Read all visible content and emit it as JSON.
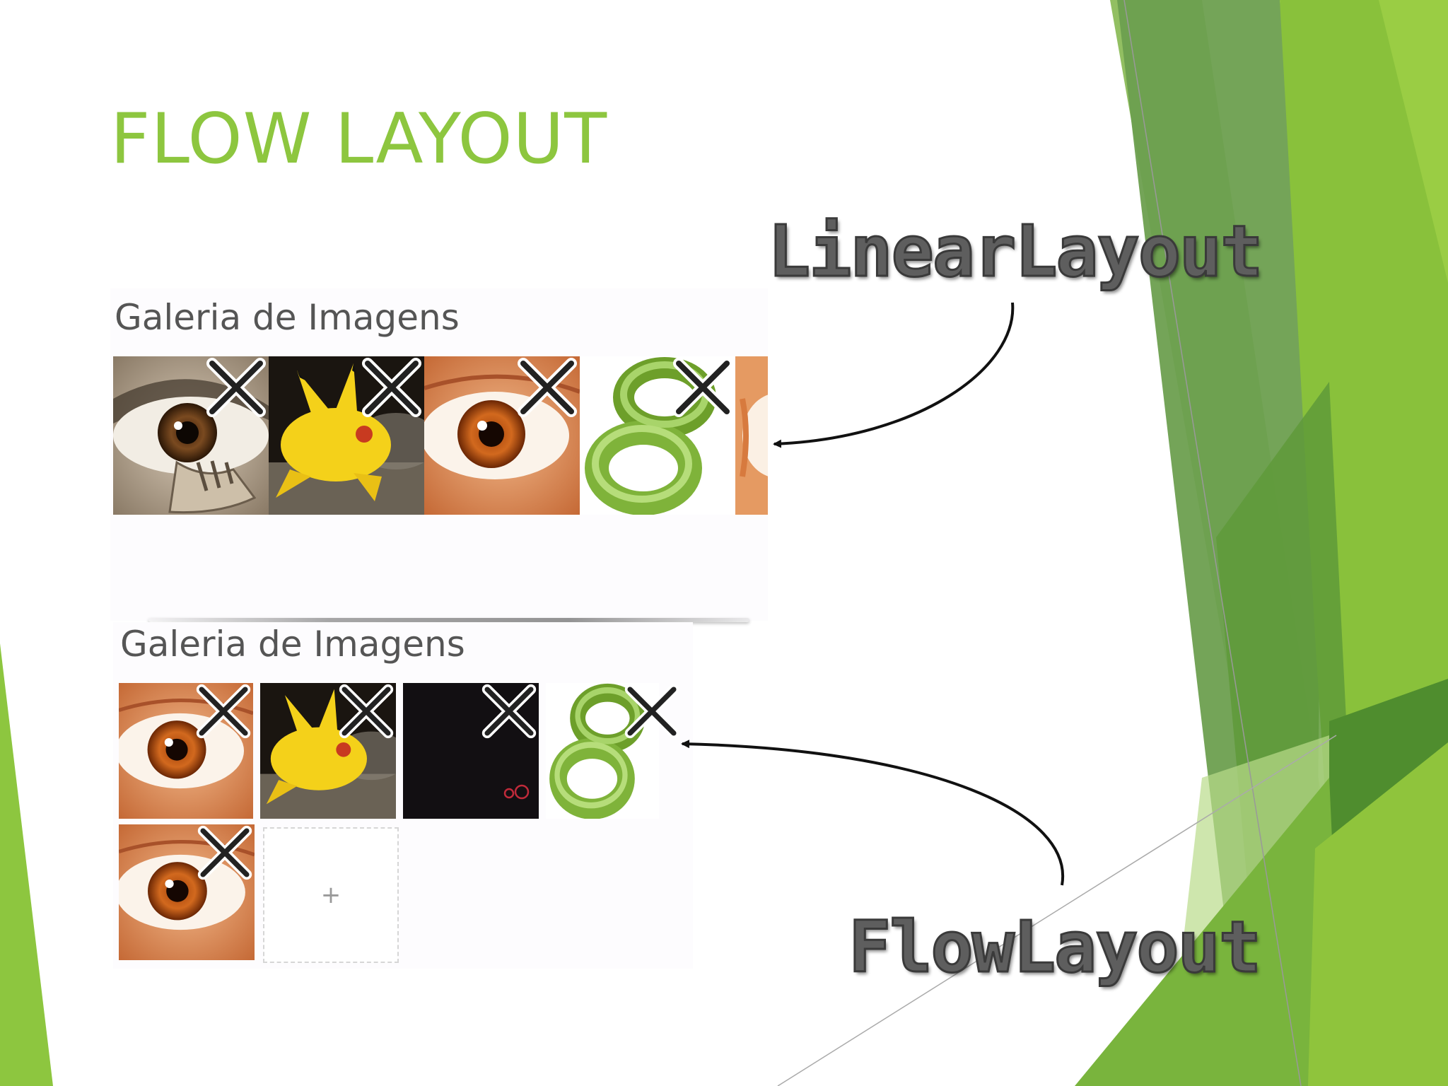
{
  "slide": {
    "title": "FLOW LAYOUT",
    "accent_color": "#8dc63f"
  },
  "linear_panel": {
    "label": "Galeria de Imagens",
    "thumbnails": [
      {
        "icon": "eye-bw-image",
        "close_icon": "close-icon"
      },
      {
        "icon": "pikachu-image",
        "close_icon": "close-icon"
      },
      {
        "icon": "orange-eye-image",
        "close_icon": "close-icon"
      },
      {
        "icon": "green-knot-image",
        "close_icon": "close-icon"
      },
      {
        "icon": "orange-eye-image-partial",
        "close_icon": "none"
      }
    ]
  },
  "flow_panel": {
    "label": "Galeria de Imagens",
    "thumbnails": [
      {
        "icon": "orange-eye-image",
        "close_icon": "close-icon"
      },
      {
        "icon": "pikachu-image",
        "close_icon": "close-icon"
      },
      {
        "icon": "dark-image",
        "close_icon": "close-icon"
      },
      {
        "icon": "green-knot-image",
        "close_icon": "close-icon"
      },
      {
        "icon": "orange-eye-image",
        "close_icon": "close-icon"
      }
    ],
    "add_button": "+"
  },
  "callouts": {
    "linear": "LinearLayout",
    "flow": "FlowLayout"
  },
  "colors": {
    "green_light": "#8dc63f",
    "green_mid": "#6aa84f",
    "green_dark": "#4e8f2f",
    "label_gray": "#555555"
  }
}
